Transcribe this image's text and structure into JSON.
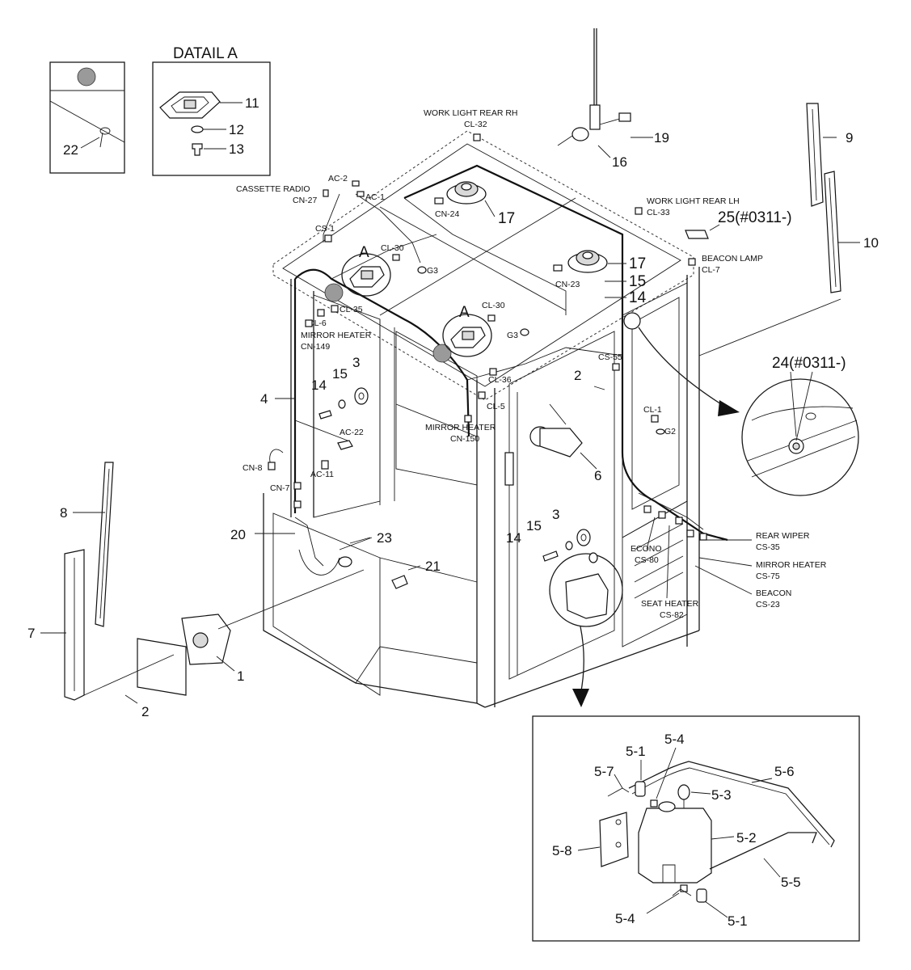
{
  "detail_a": {
    "title": "DATAIL A",
    "parts": [
      "11",
      "12",
      "13"
    ]
  },
  "inset_22": {
    "part": "22"
  },
  "letter_a": "A",
  "part_numbers": {
    "p1": "1",
    "p2": "2",
    "p3": "3",
    "p4": "4",
    "p6": "6",
    "p7": "7",
    "p8": "8",
    "p9": "9",
    "p10": "10",
    "p14": "14",
    "p15": "15",
    "p16": "16",
    "p17": "17",
    "p19": "19",
    "p20": "20",
    "p21": "21",
    "p23": "23",
    "p24": "24(#0311-)",
    "p25": "25(#0311-)"
  },
  "tank_parts": {
    "p5_1": "5-1",
    "p5_2": "5-2",
    "p5_3": "5-3",
    "p5_4": "5-4",
    "p5_5": "5-5",
    "p5_6": "5-6",
    "p5_7": "5-7",
    "p5_8": "5-8"
  },
  "connectors": {
    "work_light_rear_rh": "WORK LIGHT REAR RH",
    "cl32": "CL-32",
    "work_light_rear_lh": "WORK LIGHT REAR LH",
    "cl33": "CL-33",
    "cassette_radio": "CASSETTE RADIO",
    "cn27": "CN-27",
    "ac2": "AC-2",
    "ac1": "AC-1",
    "cs1": "CS-1",
    "cn24": "CN-24",
    "cl30": "CL-30",
    "g3": "G3",
    "beacon_lamp": "BEACON LAMP",
    "cl7": "CL-7",
    "cn23": "CN-23",
    "cl35": "CL-35",
    "cl6": "CL-6",
    "mirror_heater": "MIRROR HEATER",
    "cn149": "CN-149",
    "cn150": "CN-150",
    "cl36": "CL-36",
    "cl5": "CL-5",
    "cs55": "CS-55",
    "cl1": "CL-1",
    "g2": "G2",
    "ac22": "AC-22",
    "ac11": "AC-11",
    "cn8": "CN-8",
    "cn7": "CN-7",
    "rear_wiper": "REAR WIPER",
    "cs35": "CS-35",
    "cs75": "CS-75",
    "beacon": "BEACON",
    "cs23": "CS-23",
    "econo": "ECONO",
    "cs80": "CS-80",
    "seat_heater": "SEAT HEATER",
    "cs82": "CS-82"
  }
}
